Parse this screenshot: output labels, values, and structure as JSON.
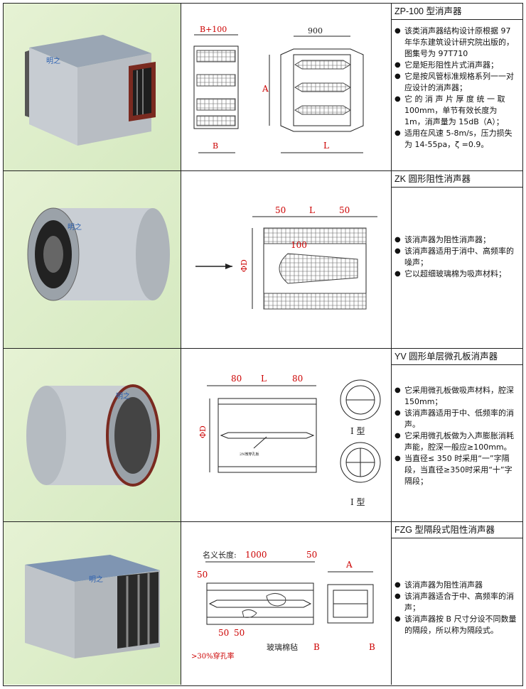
{
  "rows": [
    {
      "title": "ZP-100 型消声器",
      "bullets": [
        "该类消声器结构设计原根据 97 年华东建筑设计研究院出版的，图集号为 97T710",
        "它是矩形阻性片式消声器；",
        "它是按风管标准规格系列一一对应设计的消声器；",
        "它 的 消 声 片 厚 度 统 一 取 100mm，单节有效长度为 1m，消声量为 15dB（A）；",
        "适用在风速 5-8m/s，压力损失为 14-55pa，ζ =0.9。"
      ],
      "logo": "明之",
      "dims": {
        "top_left": "B+100",
        "top_right": "900",
        "side": "A",
        "bottom_left": "B",
        "bottom_right": "L"
      }
    },
    {
      "title": "ZK 圆形阻性消声器",
      "bullets": [
        "该消声器为阻性消声器；",
        "该消声器适用于消中、高频率的噪声；",
        "它以超细玻璃棉为吸声材料；"
      ],
      "logo": "明之",
      "dims": {
        "left": "50",
        "mid": "L",
        "right": "50",
        "inner": "100",
        "dia": "ΦD"
      }
    },
    {
      "title": "YV 圆形单层微孔板消声器",
      "bullets": [
        "它采用微孔板做吸声材料，腔深 150mm；",
        "该消声器适用于中、低频率的消声。",
        "它采用微孔板做为入声膨胀消耗声能，腔深一般应≥100mm。",
        "当直径≤ 350 时采用“一”字隔段，当直径≥350时采用“十”字隔段；"
      ],
      "logo": "明之",
      "dims": {
        "left": "80",
        "mid": "L",
        "right": "80",
        "dia": "ΦD",
        "type1": "I 型",
        "type2": "I 型",
        "note": "2N微穿孔板"
      }
    },
    {
      "title": "FZG 型隔段式阻性消声器",
      "bullets": [
        "该消声器为阻性消声器",
        "该消声器适合于中、高频率的消声；",
        "该消声器按 B 尺寸分设不同数量的隔段，所以称为隔段式。"
      ],
      "logo": "明之",
      "dims": {
        "length_label": "名义长度:",
        "length": "1000",
        "end": "50",
        "a": "A",
        "top50": "50",
        "b1": "50",
        "b2": "50",
        "perf": ">30%穿孔率",
        "wool": "玻璃棉毡",
        "b_left": "B",
        "b_right": "B"
      }
    }
  ]
}
